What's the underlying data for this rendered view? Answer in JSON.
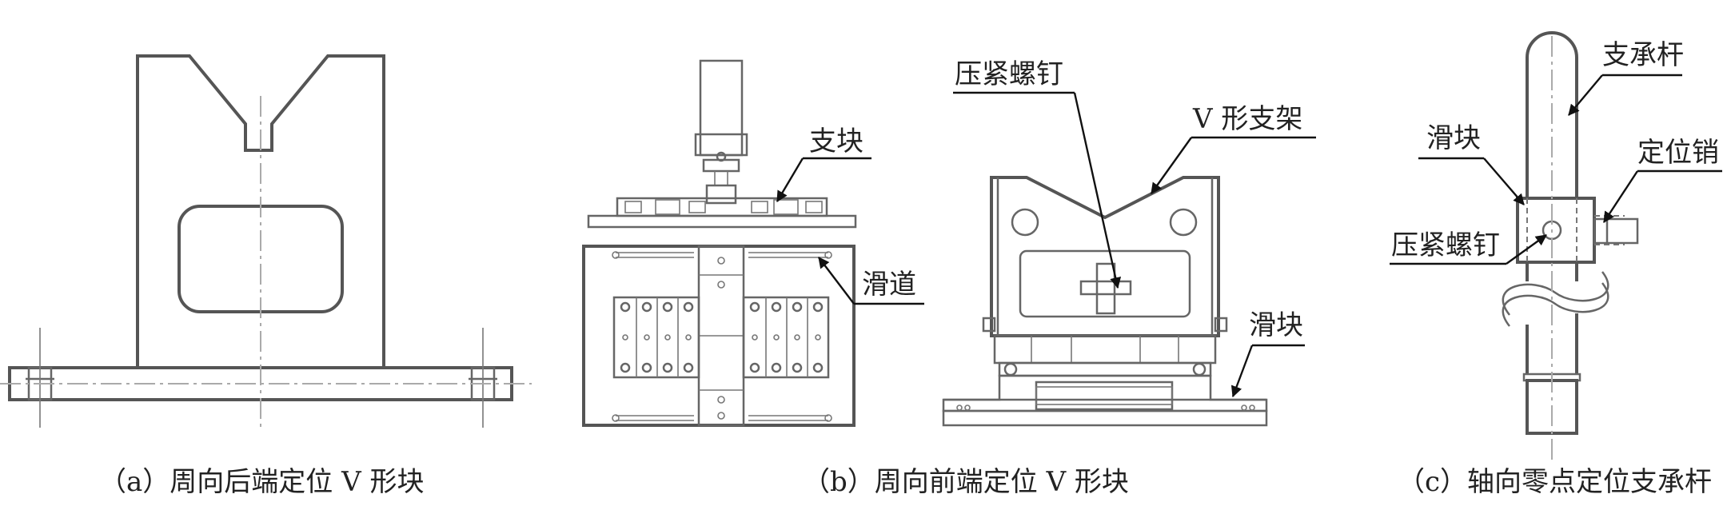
{
  "panels": [
    {
      "id": "a",
      "caption": "（a）周向后端定位 V 形块",
      "labels": []
    },
    {
      "id": "b",
      "caption": "（b）周向前端定位 V 形块",
      "labels": [
        "支块",
        "滑道",
        "压紧螺钉",
        "V 形支架",
        "滑块"
      ]
    },
    {
      "id": "c",
      "caption": "（c）轴向零点定位支承杆",
      "labels": [
        "支承杆",
        "滑块",
        "定位销",
        "压紧螺钉"
      ]
    }
  ],
  "colors": {
    "outline": "#555555",
    "leader": "#111111",
    "center_line": "#aaaaaa"
  },
  "icons": [
    "arrow-head-icon"
  ]
}
